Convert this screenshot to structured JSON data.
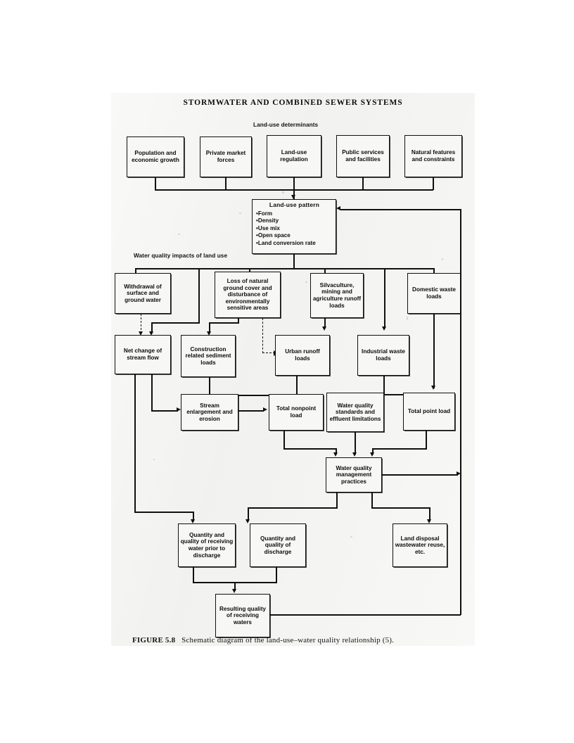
{
  "page": {
    "running_head": "STORMWATER AND COMBINED SEWER SYSTEMS",
    "caption_number": "FIGURE 5.8",
    "caption_text": "Schematic diagram of the land-use–water quality relationship (5)."
  },
  "labels": {
    "determinants": "Land-use determinants",
    "impacts": "Water quality impacts of land use"
  },
  "nodes": {
    "population": "Population and economic growth",
    "private_market": "Private market forces",
    "landuse_regulation": "Land-use regulation",
    "public_services": "Public services and facilities",
    "natural_features": "Natural features and constraints",
    "landuse_pattern_title": "Land-use  pattern",
    "landuse_pattern_items": [
      "Form",
      "Density",
      "Use mix",
      "Open space",
      "Land conversion rate"
    ],
    "withdrawal": "Withdrawal of surface and ground water",
    "loss_cover": "Loss of natural ground cover and disturbance of environmentally sensitive areas",
    "silvaculture": "Silvaculture, mining and agriculture runoff loads",
    "domestic_waste": "Domestic waste loads",
    "net_change": "Net change of stream flow",
    "construction": "Construction related sediment loads",
    "urban_runoff": "Urban runoff loads",
    "industrial_waste": "Industrial waste loads",
    "stream_enlargement": "Stream enlargement and erosion",
    "total_nonpoint": "Total nonpoint load",
    "wq_standards": "Water quality standards and effluent limitations",
    "total_point": "Total point load",
    "wq_management": "Water quality management practices",
    "quantity_receiving": "Quantity and quality of receiving water prior to discharge",
    "quantity_discharge": "Quantity and quality of discharge",
    "land_disposal": "Land disposal wastewater reuse, etc.",
    "resulting_quality": "Resulting quality of receiving waters"
  },
  "colors": {
    "ink": "#101010",
    "paper": "#f2f2f0",
    "box_fill": "#f7f7f5"
  }
}
